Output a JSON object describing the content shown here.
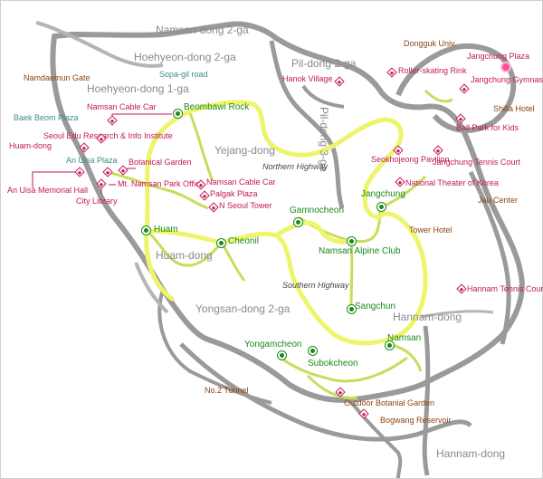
{
  "districts": {
    "namsan_2ga": "Namsan-dong 2-ga",
    "hoehyeon_2ga": "Hoehyeon-dong 2-ga",
    "hoehyeon_1ga": "Hoehyeon-dong 1-ga",
    "pil_2ga": "Pil-dong 2-ga",
    "pil_3ga": "Pil-dong 3-ga",
    "yejang": "Yejang-dong",
    "huam": "Huam-dong",
    "yongsan_2ga": "Yongsan-dong 2-ga",
    "hannam_1": "Hannam-dong",
    "hannam_2": "Hannam-dong"
  },
  "roads": {
    "sopa": "Sopa-gil road",
    "northern_hwy": "Northern Highway",
    "southern_hwy": "Southern Highway",
    "no2_tunnel": "No.2 Tunnel"
  },
  "places": {
    "namdaemun_gate": "Namdaemun Gate",
    "baek_beom_plaza": "Baek Beom Plaza",
    "namsan_cable_car_top": "Namsan Cable Car",
    "seoul_edu": "Seoul Edu Research & Info Institute",
    "huam_dong": "Huam-dong",
    "an_uisa_plaza": "An Uisa Plaza",
    "botanical_garden": "Botanical Garden",
    "an_uisa_hall": "An Uisa Memorial Hall",
    "mt_namsan_office": "Mt. Namsan Park Office",
    "city_library": "City Library",
    "namsan_cable_car": "Namsan Cable Car",
    "palgak_plaza": "Palgak Plaza",
    "n_seoul_tower": "N Seoul Tower",
    "hanok_village": "Hanok Village",
    "dongguk": "Dongguk Univ.",
    "jangchung_plaza": "Jangchung Plaza",
    "roller_rink": "Roller-skating Rink",
    "jangchung_gym": "Jangchung Gymnasium",
    "shilla_hotel": "Shilla Hotel",
    "ball_park": "Ball Park for Kids",
    "seokhojeong": "Seokhojeong Pavilion",
    "jangchung_tennis": "Jangchung Tennis Court",
    "national_theater": "National Theater of Korea",
    "jau_center": "Jau Center",
    "tower_hotel": "Tower Hotel",
    "hannam_tennis": "Hannam Tennis Court",
    "outdoor_botanical": "Outdoor Botanial Garden",
    "bogwang_reservoir": "Bogwang Reservoir"
  },
  "stations": {
    "beombawi": "Beombawi Rock",
    "huam": "Huam",
    "cheonil": "Cheonil",
    "gamnocheon": "Gamnocheon",
    "namsan_alpine": "Namsan Alpine Club",
    "jangchung": "Jangchung",
    "sangchun": "Sangchun",
    "yongamcheon": "Yongamcheon",
    "subokcheon": "Subokcheon",
    "namsan": "Namsan"
  },
  "colors": {
    "border": "#a7a7a7",
    "park_road": "#8c8c8c",
    "trail": "#c9dc5a",
    "highway": "#eef56a",
    "station": "#1b8a1b",
    "poi": "#c2185b",
    "landmark": "#8b4513"
  }
}
